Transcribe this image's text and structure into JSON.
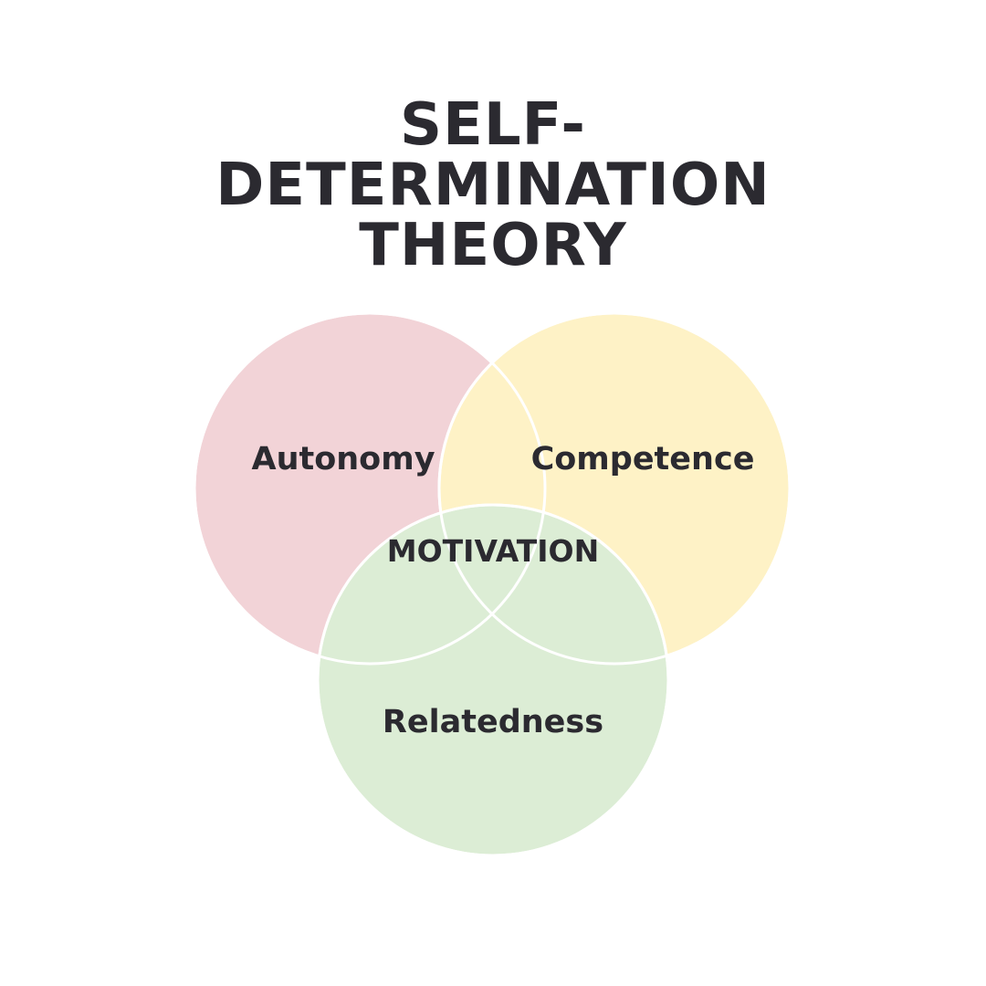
{
  "title": {
    "line1": "SELF-",
    "line2": "DETERMINATION",
    "line3": "THEORY"
  },
  "venn": {
    "sets": [
      {
        "label": "Autonomy",
        "color": "#f2d3d7"
      },
      {
        "label": "Competence",
        "color": "#fef2c6"
      },
      {
        "label": "Relatedness",
        "color": "#dcedd5"
      }
    ],
    "center_label": "MOTIVATION"
  }
}
